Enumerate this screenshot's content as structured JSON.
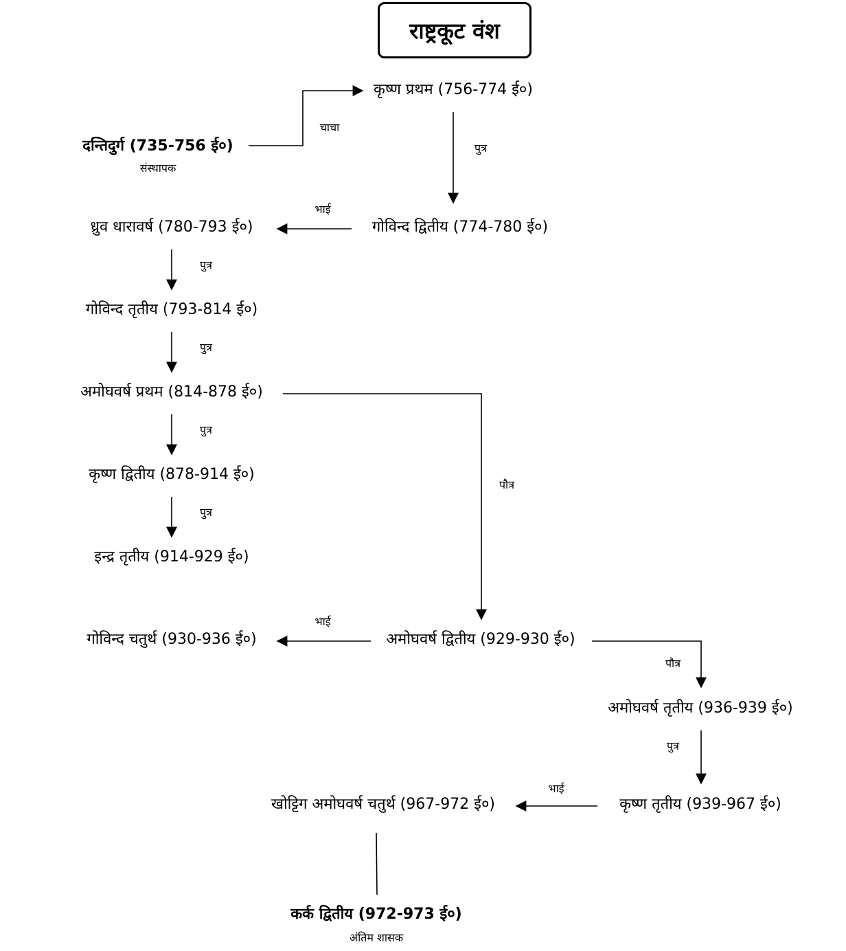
{
  "title": "राष्ट्रकूट वंश",
  "nodes": {
    "dantidurga": "दन्तिदुर्ग (735-756 ई०)",
    "dantidurga_note": "संस्थापक",
    "krishna1": "कृष्ण प्रथम (756-774 ई०)",
    "govinda2": "गोविन्द द्वितीय (774-780 ई०)",
    "dhruva": "ध्रुव धारावर्ष (780-793 ई०)",
    "govinda3": "गोविन्द तृतीय (793-814 ई०)",
    "amogh1": "अमोघवर्ष प्रथम (814-878 ई०)",
    "krishna2": "कृष्ण द्वितीय (878-914 ई०)",
    "indra3": "इन्द्र तृतीय (914-929 ई०)",
    "amogh2": "अमोघवर्ष द्वितीय (929-930 ई०)",
    "govinda4": "गोविन्द चतुर्थ (930-936 ई०)",
    "amogh3": "अमोघवर्ष तृतीय (936-939 ई०)",
    "krishna3": "कृष्ण तृतीय (939-967 ई०)",
    "khottiga": "खोट्टिग अमोघवर्ष चतुर्थ (967-972 ई०)",
    "karka2": "कर्क द्वितीय (972-973 ई०)",
    "karka2_note": "अंतिम शासक"
  },
  "relations": {
    "uncle": "चाचा",
    "son": "पुत्र",
    "brother": "भाई",
    "grandson": "पौत्र"
  }
}
